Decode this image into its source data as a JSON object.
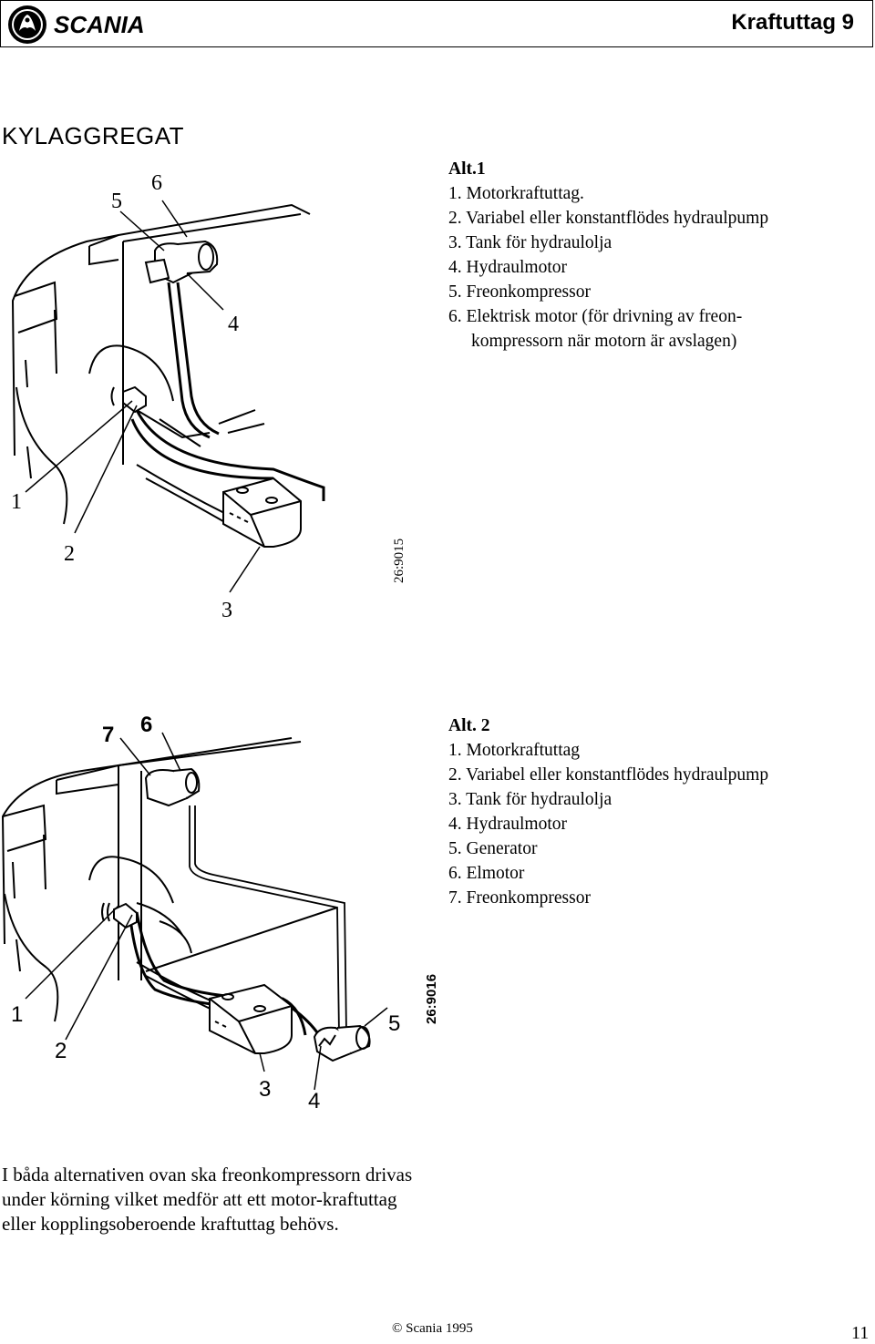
{
  "header": {
    "brand": "SCANIA",
    "title": "Kraftuttag 9"
  },
  "section_title": "KYLAGGREGAT",
  "figure1": {
    "code": "26:9015",
    "callouts": [
      "1",
      "2",
      "3",
      "4",
      "5",
      "6"
    ],
    "legend_title": "Alt.1",
    "legend_items": [
      "1. Motorkraftuttag.",
      "2. Variabel eller konstantflödes hydraulpump",
      "3. Tank för hydraulolja",
      "4. Hydraulmotor",
      "5. Freonkompressor",
      "6. Elektrisk motor (för drivning av freon-"
    ],
    "legend_continuation": "kompressorn när motorn är avslagen)"
  },
  "figure2": {
    "code": "26:9016",
    "callouts": [
      "1",
      "2",
      "3",
      "4",
      "5",
      "6",
      "7"
    ],
    "legend_title": "Alt. 2",
    "legend_items": [
      "1. Motorkraftuttag",
      "2. Variabel eller konstantflödes hydraulpump",
      "3. Tank för hydraulolja",
      "4. Hydraulmotor",
      "5. Generator",
      "6. Elmotor",
      "7. Freonkompressor"
    ]
  },
  "body_text": "I båda alternativen ovan ska freonkompressorn drivas under körning vilket medför att ett motor-kraftuttag eller kopplingsoberoende kraftuttag behövs.",
  "footer": {
    "copyright": "© Scania 1995",
    "page_number": "11"
  }
}
